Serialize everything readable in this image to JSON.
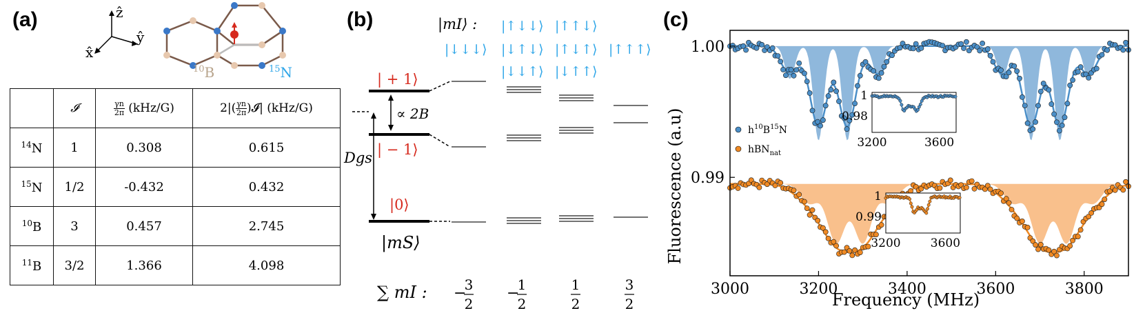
{
  "panel_labels": {
    "a": "(a)",
    "b": "(b)",
    "c": "(c)"
  },
  "panel_a": {
    "axes": {
      "x": "x̂",
      "y": "ŷ",
      "z": "ẑ"
    },
    "lattice_labels": {
      "b_mass": "10",
      "b_sym": "B",
      "n_mass": "15",
      "n_sym": "N"
    },
    "table": {
      "headers": [
        "",
        "𝓘",
        "(kHz/G)",
        "(kHz/G)"
      ],
      "gamma_frac": {
        "num": "γn",
        "den": "2π"
      },
      "abs_prefix": "2|(",
      "abs_suffix": ")𝓘|",
      "rows": [
        {
          "mass": "14",
          "sym": "N",
          "I": "1",
          "gamma": "0.308",
          "splitting": "0.615"
        },
        {
          "mass": "15",
          "sym": "N",
          "I": "1/2",
          "gamma": "-0.432",
          "splitting": "0.432"
        },
        {
          "mass": "10",
          "sym": "B",
          "I": "3",
          "gamma": "0.457",
          "splitting": "2.745"
        },
        {
          "mass": "11",
          "sym": "B",
          "I": "3/2",
          "gamma": "1.366",
          "splitting": "4.098"
        }
      ]
    }
  },
  "panel_b": {
    "mI_label": "|mI⟩ :",
    "state_labels": {
      "plus": "| + 1⟩",
      "minus": "| − 1⟩",
      "zero": "|0⟩",
      "ms": "|mS⟩"
    },
    "proportional": "∝ 2B",
    "Dgs": "Dgs",
    "sum_label": "∑ mI :",
    "spin_rows": [
      [
        "",
        "|↑↓↓⟩",
        "|↑↑↓⟩",
        ""
      ],
      [
        "|↓↓↓⟩",
        "|↓↑↓⟩",
        "|↑↓↑⟩",
        "|↑↑↑⟩"
      ],
      [
        "",
        "|↓↓↑⟩",
        "|↓↑↑⟩",
        ""
      ]
    ],
    "sum_values": [
      {
        "sign": "−",
        "num": "3",
        "den": "2"
      },
      {
        "sign": "−",
        "num": "1",
        "den": "2"
      },
      {
        "sign": "",
        "num": "1",
        "den": "2"
      },
      {
        "sign": "",
        "num": "3",
        "den": "2"
      }
    ],
    "colors": {
      "red": "#d62a1e",
      "blue": "#2fa6e8"
    }
  },
  "chart_data": {
    "type": "scatter",
    "xlabel": "Frequency (MHz)",
    "ylabel": "Fluorescence (a.u)",
    "xlim": [
      3000,
      3900
    ],
    "ylim": [
      0.9825,
      1.0012
    ],
    "xticks": [
      3000,
      3200,
      3400,
      3600,
      3800
    ],
    "yticks": [
      0.99,
      1.0
    ],
    "ytick_labels": [
      "0.99",
      "1.00"
    ],
    "series": [
      {
        "name": "h10B15N",
        "legend_mass_b": "10",
        "legend_mass_n": "15",
        "color": "#4b8fc8",
        "fill": "#8fb8dc",
        "baseline": 1.0,
        "centers": [
          3135,
          3200,
          3265,
          3335,
          3615,
          3680,
          3745,
          3810
        ],
        "depths": [
          0.0025,
          0.0072,
          0.0072,
          0.0025,
          0.0025,
          0.0072,
          0.0072,
          0.0025
        ],
        "width": 16
      },
      {
        "name": "hBNnat",
        "legend_prefix": "hBN",
        "legend_sub": "nat",
        "color": "#f08a24",
        "fill": "#f9c08c",
        "baseline": 0.9895,
        "centers": [
          3180,
          3240,
          3300,
          3360,
          3640,
          3700,
          3760,
          3820
        ],
        "depths": [
          0.0015,
          0.0045,
          0.0045,
          0.0015,
          0.0015,
          0.0045,
          0.0045,
          0.0015
        ],
        "width": 28
      }
    ],
    "insets": [
      {
        "xlim": [
          3200,
          3700
        ],
        "yticks": [
          0.98,
          1.0
        ],
        "ytick_labels": [
          "0.98",
          "1"
        ],
        "xtick_labels": [
          "3200",
          "3600"
        ]
      },
      {
        "xlim": [
          3200,
          3700
        ],
        "yticks": [
          0.99,
          1.0
        ],
        "ytick_labels": [
          "0.99",
          "1"
        ],
        "xtick_labels": [
          "3200",
          "3600"
        ]
      }
    ]
  }
}
